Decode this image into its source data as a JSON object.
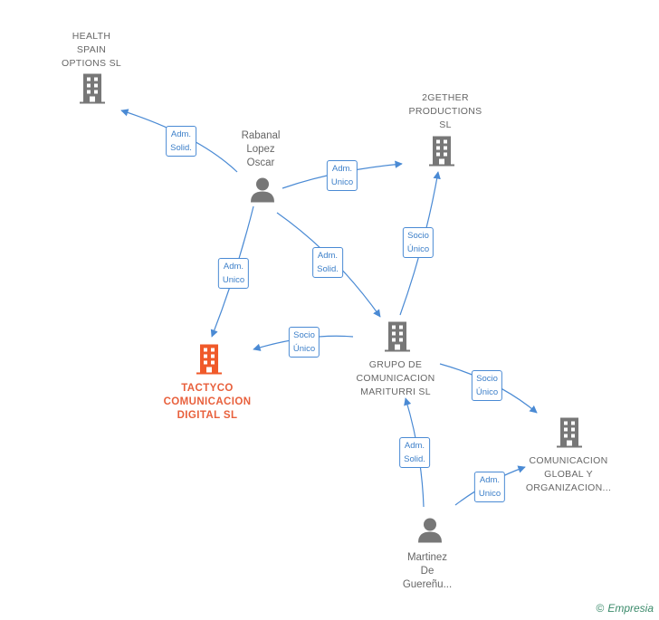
{
  "nodes": {
    "health_spain": {
      "label": [
        "HEALTH",
        "SPAIN",
        "OPTIONS  SL"
      ],
      "type": "company"
    },
    "rabanal": {
      "label": [
        "Rabanal",
        "Lopez",
        "Oscar"
      ],
      "type": "person"
    },
    "gether": {
      "label": [
        "2GETHER",
        "PRODUCTIONS",
        "SL"
      ],
      "type": "company"
    },
    "tactyco": {
      "label": [
        "TACTYCO",
        "COMUNICACION",
        "DIGITAL  SL"
      ],
      "type": "main"
    },
    "grupo": {
      "label": [
        "GRUPO DE",
        "COMUNICACION",
        "MARITURRI  SL"
      ],
      "type": "company"
    },
    "global": {
      "label": [
        "COMUNICACION",
        "GLOBAL Y",
        "ORGANIZACION..."
      ],
      "type": "company"
    },
    "martinez": {
      "label": [
        "Martinez",
        "De",
        "Guereñu..."
      ],
      "type": "person"
    }
  },
  "edges": [
    {
      "id": "e1",
      "label": [
        "Adm.",
        "Solid."
      ]
    },
    {
      "id": "e2",
      "label": [
        "Adm.",
        "Unico"
      ]
    },
    {
      "id": "e3",
      "label": [
        "Adm.",
        "Unico"
      ]
    },
    {
      "id": "e4",
      "label": [
        "Adm.",
        "Solid."
      ]
    },
    {
      "id": "e5",
      "label": [
        "Socio",
        "Único"
      ]
    },
    {
      "id": "e6",
      "label": [
        "Socio",
        "Único"
      ]
    },
    {
      "id": "e7",
      "label": [
        "Socio",
        "Único"
      ]
    },
    {
      "id": "e8",
      "label": [
        "Adm.",
        "Solid."
      ]
    },
    {
      "id": "e9",
      "label": [
        "Adm.",
        "Unico"
      ]
    }
  ],
  "footer": {
    "copyright": "©",
    "brand": "Empresia"
  },
  "colors": {
    "edge": "#4a8ad4",
    "company_icon": "#777777",
    "main_icon": "#f05a2a",
    "person_icon": "#777777"
  }
}
